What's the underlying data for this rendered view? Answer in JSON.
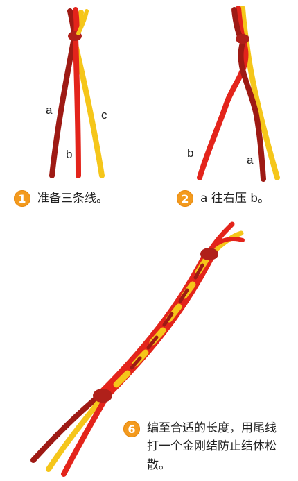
{
  "steps": [
    {
      "badge": "1",
      "text": "准备三条线。"
    },
    {
      "badge": "2",
      "text": "a 往右压 b。"
    },
    {
      "badge": "6",
      "text": "编至合适的长度，用尾线打一个金刚结防止结体松散。"
    }
  ],
  "figure1": {
    "labels": {
      "a": "a",
      "b": "b",
      "c": "c"
    }
  },
  "figure2": {
    "labels": {
      "b": "b",
      "a": "a"
    }
  },
  "colors": {
    "dark_red": "#9e1a14",
    "red": "#e3241b",
    "yellow": "#f5c61a",
    "badge": "#f39a1e"
  }
}
